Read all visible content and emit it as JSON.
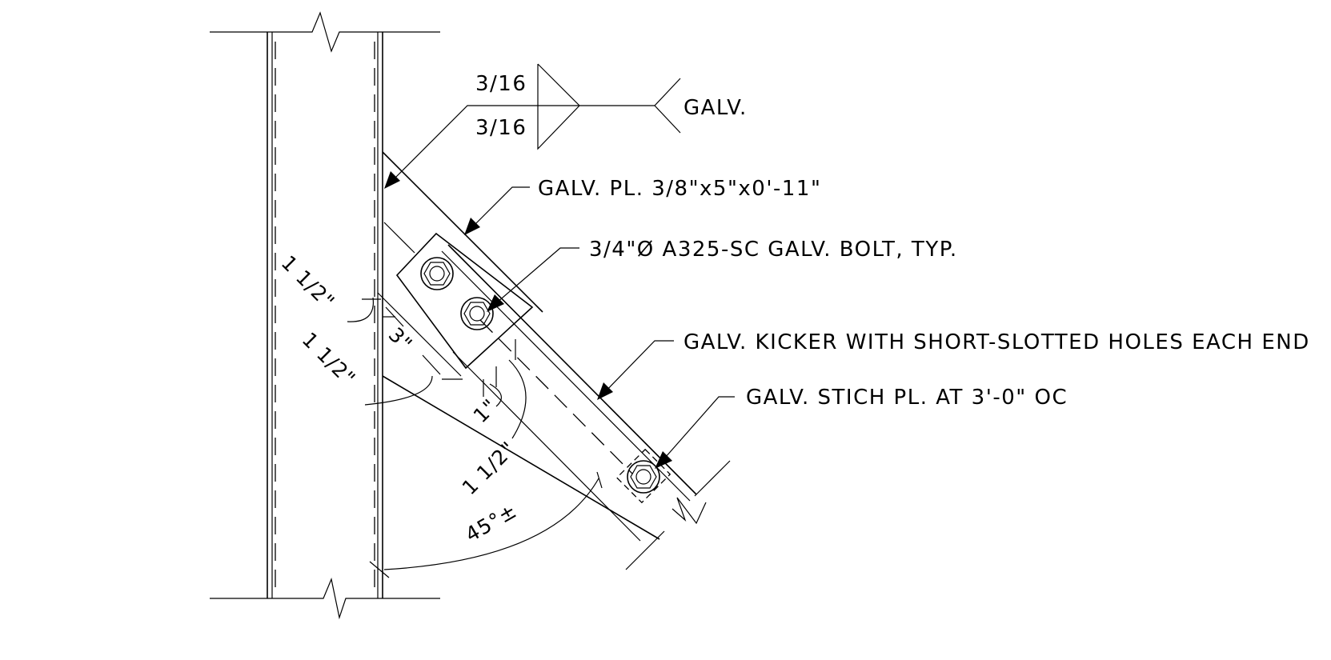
{
  "weld": {
    "size_top": "3/16",
    "size_bottom": "3/16",
    "tail_note": "GALV."
  },
  "callouts": {
    "plate": "GALV. PL. 3/8\"x5\"x0'-11\"",
    "bolt": "3/4\"Ø A325-SC GALV. BOLT, TYP.",
    "kicker": "GALV. KICKER WITH SHORT-SLOTTED HOLES EACH END",
    "stitch_plate": "GALV. STICH PL. AT 3'-0\" OC"
  },
  "dimensions": {
    "edge_top": "1 1/2\"",
    "bolt_spacing": "3\"",
    "edge_bottom": "1 1/2\"",
    "gap": "1\"",
    "angle_edge": "1 1/2\"",
    "angle": "45°±"
  }
}
